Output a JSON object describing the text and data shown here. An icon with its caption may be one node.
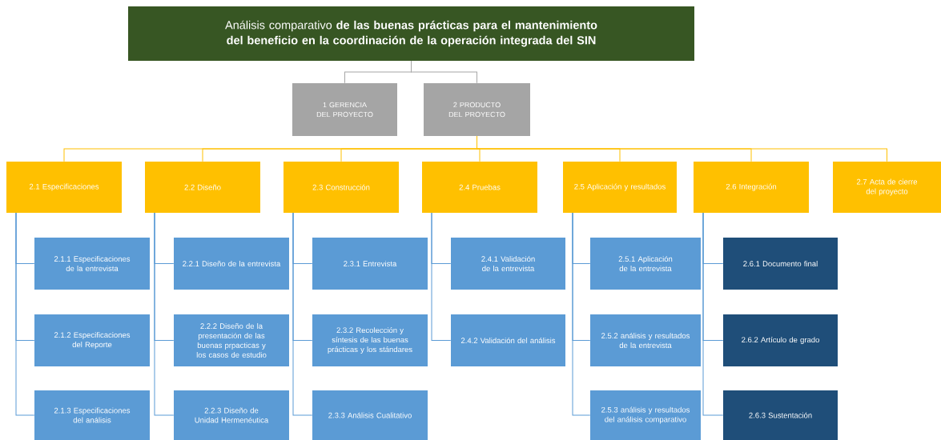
{
  "diagram": {
    "nodes": [
      {
        "text": [
          "Análisis comparativo **de las buenas prácticas para el mantenimiento del beneficio en la coordinación de la  operación integrada del SIN**"
        ]
      },
      {
        "text": [
          "1 GERENCIA DEL PROYECTO"
        ]
      },
      {
        "text": [
          "2 PRODUCTO DEL PROYECTO"
        ]
      },
      {
        "text": [
          "2.1 Especificaciones"
        ]
      },
      {
        "text": [
          "2.2 Diseño"
        ]
      },
      {
        "text": [
          "2.3 Construcción"
        ]
      },
      {
        "text": [
          "2.4 Pruebas"
        ]
      },
      {
        "text": [
          "2.5 Aplicación y resultados"
        ]
      },
      {
        "text": [
          "2.6 Integración"
        ]
      },
      {
        "text": [
          "2.7 Acta de cierre del proyecto"
        ]
      },
      {
        "text": [
          "2.1.1 Especificaciones de la entrevista"
        ]
      },
      {
        "text": [
          "2.1.2 Especificaciones del Reporte"
        ]
      },
      {
        "text": [
          "2.1.3 Especificaciones del análisis"
        ]
      },
      {
        "text": [
          "2.2.1 Diseño de la entrevista"
        ]
      },
      {
        "text": [
          "2.2.2 Diseño de la presentación de las buenas prpacticas y los casos de estudio"
        ]
      },
      {
        "text": [
          "2.2.3 Diseño de Unidad Hermenéutica"
        ]
      },
      {
        "text": [
          "2.3.1 Entrevista"
        ]
      },
      {
        "text": [
          "2.3.2 Recolección y síntesis de las buenas prácticas y los stándares"
        ]
      },
      {
        "text": [
          "2.3.3 Análisis Cualitativo"
        ]
      },
      {
        "text": [
          "2.4.1 Validación de la entrevista"
        ]
      },
      {
        "text": [
          "2.4.2 Validación del análisis"
        ]
      },
      {
        "text": [
          "2.5.1 Aplicación de la entrevista"
        ]
      },
      {
        "text": [
          "2.5.2 análisis y resultados de la entrevista"
        ]
      },
      {
        "text": [
          "2.5.3 análisis y resultados del análisis comparativo"
        ]
      },
      {
        "text": [
          "2.6.1 Documento final"
        ]
      },
      {
        "text": [
          "2.6.2 Artículo de grado"
        ]
      },
      {
        "text": [
          "2.6.3 Sustentación"
        ]
      }
    ],
    "edges": [
      {
        "from": 0,
        "to": 1,
        "arrow": "none",
        "color": "#a6a6a6"
      },
      {
        "from": 0,
        "to": 2,
        "arrow": "none",
        "color": "#a6a6a6"
      },
      {
        "from": 2,
        "to": 3,
        "arrow": "none",
        "color": "#ffc000"
      },
      {
        "from": 2,
        "to": 4,
        "arrow": "none",
        "color": "#ffc000"
      },
      {
        "from": 2,
        "to": 5,
        "arrow": "none",
        "color": "#ffc000"
      },
      {
        "from": 2,
        "to": 6,
        "arrow": "none",
        "color": "#ffc000"
      },
      {
        "from": 2,
        "to": 7,
        "arrow": "none",
        "color": "#ffc000"
      },
      {
        "from": 2,
        "to": 8,
        "arrow": "none",
        "color": "#ffc000"
      },
      {
        "from": 2,
        "to": 9,
        "arrow": "none",
        "color": "#ffc000"
      },
      {
        "from": 3,
        "to": 10,
        "arrow": "none"
      },
      {
        "from": 3,
        "to": 11,
        "arrow": "none"
      },
      {
        "from": 3,
        "to": 12,
        "arrow": "none"
      },
      {
        "from": 4,
        "to": 13,
        "arrow": "none"
      },
      {
        "from": 4,
        "to": 14,
        "arrow": "none"
      },
      {
        "from": 4,
        "to": 15,
        "arrow": "none"
      },
      {
        "from": 5,
        "to": 16,
        "arrow": "none"
      },
      {
        "from": 5,
        "to": 17,
        "arrow": "none"
      },
      {
        "from": 5,
        "to": 18,
        "arrow": "none"
      },
      {
        "from": 6,
        "to": 19,
        "arrow": "none"
      },
      {
        "from": 6,
        "to": 20,
        "arrow": "none"
      },
      {
        "from": 7,
        "to": 21,
        "arrow": "none"
      },
      {
        "from": 7,
        "to": 22,
        "arrow": "none"
      },
      {
        "from": 7,
        "to": 23,
        "arrow": "none"
      },
      {
        "from": 8,
        "to": 24,
        "arrow": "none"
      },
      {
        "from": 8,
        "to": 25,
        "arrow": "none"
      },
      {
        "from": 8,
        "to": 26,
        "arrow": "none"
      }
    ]
  }
}
